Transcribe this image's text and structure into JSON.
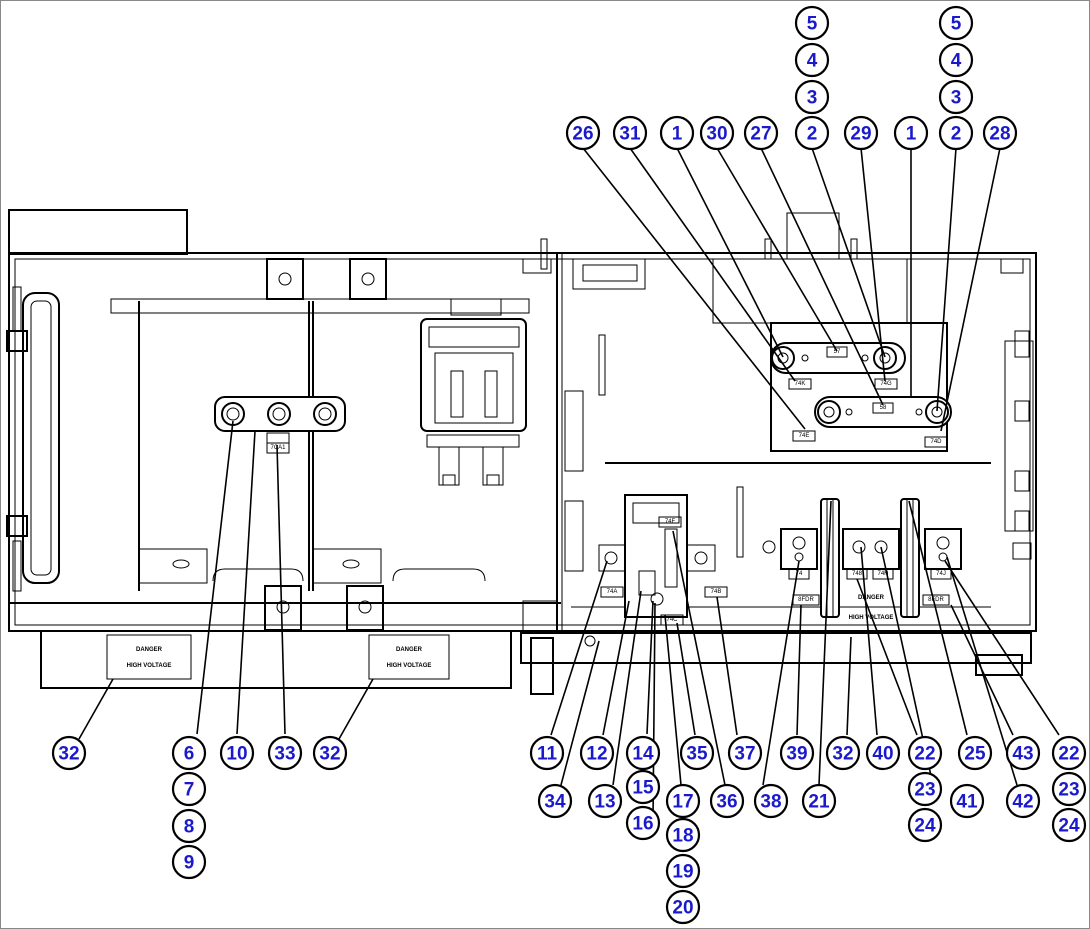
{
  "callouts": [
    {
      "id": "c5a",
      "label": "5"
    },
    {
      "id": "c4a",
      "label": "4"
    },
    {
      "id": "c3a",
      "label": "3"
    },
    {
      "id": "c2a",
      "label": "2"
    },
    {
      "id": "c5b",
      "label": "5"
    },
    {
      "id": "c4b",
      "label": "4"
    },
    {
      "id": "c3b",
      "label": "3"
    },
    {
      "id": "c2b",
      "label": "2"
    },
    {
      "id": "c26",
      "label": "26"
    },
    {
      "id": "c31",
      "label": "31"
    },
    {
      "id": "c1a",
      "label": "1"
    },
    {
      "id": "c30",
      "label": "30"
    },
    {
      "id": "c27",
      "label": "27"
    },
    {
      "id": "c29",
      "label": "29"
    },
    {
      "id": "c1b",
      "label": "1"
    },
    {
      "id": "c28",
      "label": "28"
    },
    {
      "id": "c32a",
      "label": "32"
    },
    {
      "id": "c6",
      "label": "6"
    },
    {
      "id": "c7",
      "label": "7"
    },
    {
      "id": "c8",
      "label": "8"
    },
    {
      "id": "c9",
      "label": "9"
    },
    {
      "id": "c10",
      "label": "10"
    },
    {
      "id": "c33",
      "label": "33"
    },
    {
      "id": "c32b",
      "label": "32"
    },
    {
      "id": "c11",
      "label": "11"
    },
    {
      "id": "c34",
      "label": "34"
    },
    {
      "id": "c12",
      "label": "12"
    },
    {
      "id": "c13",
      "label": "13"
    },
    {
      "id": "c14",
      "label": "14"
    },
    {
      "id": "c15",
      "label": "15"
    },
    {
      "id": "c16",
      "label": "16"
    },
    {
      "id": "c35",
      "label": "35"
    },
    {
      "id": "c17",
      "label": "17"
    },
    {
      "id": "c18",
      "label": "18"
    },
    {
      "id": "c19",
      "label": "19"
    },
    {
      "id": "c20",
      "label": "20"
    },
    {
      "id": "c37",
      "label": "37"
    },
    {
      "id": "c36",
      "label": "36"
    },
    {
      "id": "c38",
      "label": "38"
    },
    {
      "id": "c39",
      "label": "39"
    },
    {
      "id": "c21",
      "label": "21"
    },
    {
      "id": "c32c",
      "label": "32"
    },
    {
      "id": "c40",
      "label": "40"
    },
    {
      "id": "c22a",
      "label": "22"
    },
    {
      "id": "c23a",
      "label": "23"
    },
    {
      "id": "c24a",
      "label": "24"
    },
    {
      "id": "c41",
      "label": "41"
    },
    {
      "id": "c25",
      "label": "25"
    },
    {
      "id": "c42",
      "label": "42"
    },
    {
      "id": "c43",
      "label": "43"
    },
    {
      "id": "c22b",
      "label": "22"
    },
    {
      "id": "c23b",
      "label": "23"
    },
    {
      "id": "c24b",
      "label": "24"
    }
  ],
  "signs": {
    "left_danger": "DANGER",
    "left_hv": "HIGH VOLTAGE",
    "right_danger": "DANGER",
    "right_hv": "HIGH VOLTAGE",
    "center_danger": "DANGER",
    "center_hv": "HIGH VOLTAGE"
  },
  "tags": {
    "t7ca1": "7CA1",
    "t74a": "74A",
    "t74b": "74B",
    "t74c": "74C",
    "t74d": "74D",
    "t74e": "74E",
    "t74k": "74K",
    "t74g": "74G",
    "t74h": "74H",
    "t74f": "74F",
    "t74": "74",
    "t748": "748",
    "t74j": "74J",
    "t8fdr": "8FDR",
    "t8fdr2": "8FDR",
    "tt57": "57",
    "tt58": "58"
  }
}
